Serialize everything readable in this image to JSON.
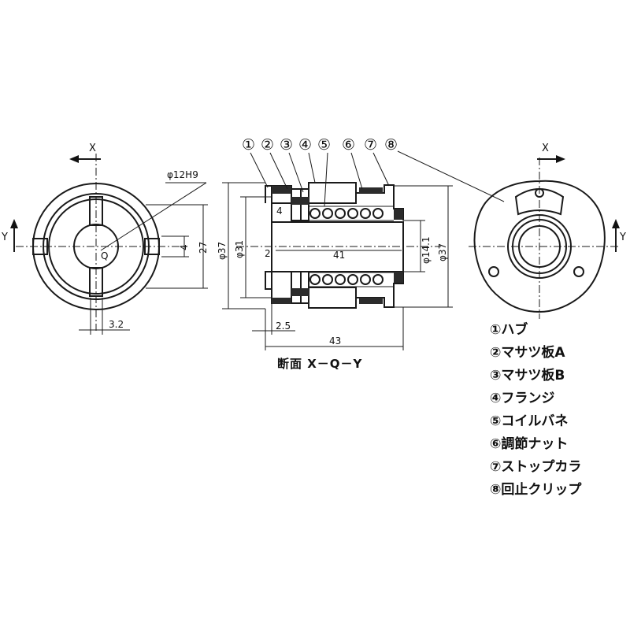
{
  "axes": {
    "left_x": "X",
    "left_y": "Y",
    "right_x": "X",
    "right_y": "Y"
  },
  "dimensions": {
    "bore": "φ12H9",
    "q_label": "Q",
    "key_width": "4",
    "height_27": "27",
    "left_32": "3.2",
    "outer_d37_left": "φ37",
    "d31": "φ31",
    "flange_4": "4",
    "gap_2": "2",
    "length_41": "41",
    "d14_1": "φ14.1",
    "outer_d37_right": "φ37",
    "step_25": "2.5",
    "total_43": "43"
  },
  "callouts": [
    "①",
    "②",
    "③",
    "④",
    "⑤",
    "⑥",
    "⑦",
    "⑧"
  ],
  "section_title": "断面 X－Q－Y",
  "legend": [
    "①ハブ",
    "②マサツ板A",
    "③マサツ板B",
    "④フランジ",
    "⑤コイルバネ",
    "⑥調節ナット",
    "⑦ストップカラ",
    "⑧回止クリップ"
  ]
}
